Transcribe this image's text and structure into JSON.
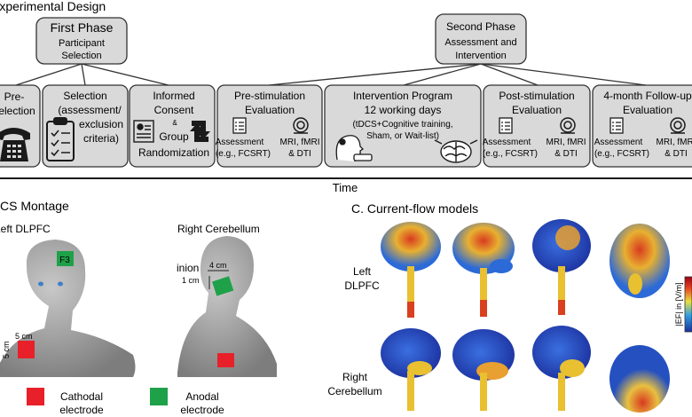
{
  "experimental_design": {
    "title": "Experimental Design",
    "first_phase": {
      "title": "First Phase",
      "line1": "Participant",
      "line2": "Selection"
    },
    "second_phase": {
      "title": "Second Phase",
      "line1": "Assessment and",
      "line2": "Intervention"
    },
    "pre_selection": {
      "line1": "Pre-",
      "line2": "selection",
      "icon": "telephone-icon"
    },
    "selection": {
      "line1": "Selection",
      "line2": "(assessment/",
      "line3": "exclusion",
      "line4": "criteria)",
      "icon": "clipboard-checklist-icon"
    },
    "consent": {
      "line1": "Informed",
      "line2": "Consent",
      "amp": "&",
      "line3": "Group",
      "line4": "Randomization",
      "icon": "shuffle-arrows-icon"
    },
    "pre_stim": {
      "line1": "Pre-stimulation",
      "line2": "Evaluation",
      "assess1": "Assessment",
      "assess2": "(e.g., FCSRT)",
      "mri1": "MRI, fMRI",
      "mri2": "& DTI"
    },
    "intervention": {
      "line1": "Intervention Program",
      "line2": "12 working days",
      "line3": "(tDCS+Cognitive training,",
      "line4": "Sham, or Wait-list)"
    },
    "post_stim": {
      "line1": "Post-stimulation",
      "line2": "Evaluation",
      "assess1": "Assessment",
      "assess2": "(e.g., FCSRT)",
      "mri1": "MRI, fMRI",
      "mri2": "& DTI"
    },
    "followup": {
      "line1": "4-month Follow-up",
      "line2": "Evaluation",
      "assess1": "Assessment",
      "assess2": "(e.g., FCSRT)",
      "mri1": "MRI, fMRI",
      "mri2": "& DTI"
    },
    "time_label": "Time"
  },
  "montage": {
    "title": "tDCS Montage",
    "left_label": "Left DLPFC",
    "right_label": "Right Cerebellum",
    "f3_label": "F3",
    "size_w": "5 cm",
    "size_h": "5 cm",
    "inion_label": "inion",
    "dist_4cm": "4 cm",
    "dist_1cm": "1 cm",
    "cathodal_line1": "Cathodal",
    "cathodal_line2": "electrode",
    "anodal_line1": "Anodal",
    "anodal_line2": "electrode",
    "cathodal_color": "#e8202a",
    "anodal_color": "#1fa14a"
  },
  "current_flow": {
    "title": "C. Current-flow models",
    "row1_line1": "Left",
    "row1_line2": "DLPFC",
    "row2_line1": "Right",
    "row2_line2": "Cerebellum",
    "colorbar_label": "|EF| in [V/m]"
  }
}
